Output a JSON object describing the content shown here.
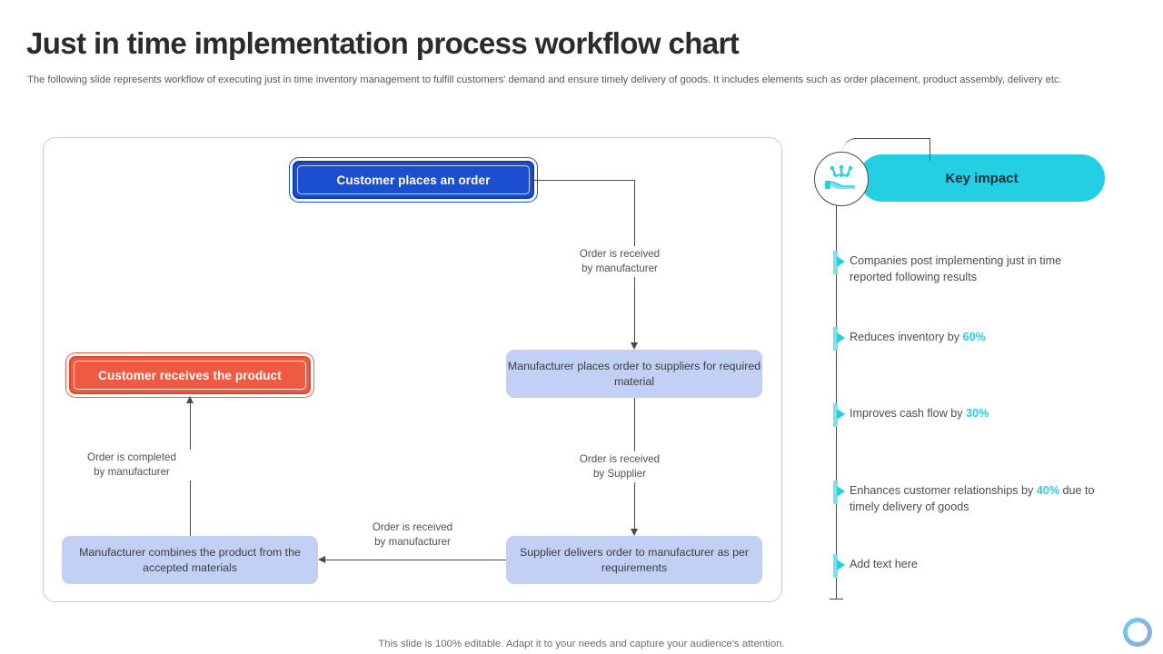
{
  "header": {
    "title": "Just in time implementation process workflow chart",
    "subtitle": "The following slide represents workflow of executing just in time inventory management to fulfill customers' demand and ensure timely delivery of goods. It includes elements such as order placement, product assembly, delivery etc."
  },
  "flow": {
    "nodes": [
      {
        "id": "customer-order",
        "label": "Customer places an order",
        "style": "primary"
      },
      {
        "id": "manufacturer-order",
        "label": "Manufacturer places order to suppliers for required material",
        "style": "soft"
      },
      {
        "id": "supplier-delivers",
        "label": "Supplier delivers order to manufacturer as per requirements",
        "style": "soft"
      },
      {
        "id": "manufacturer-combines",
        "label": "Manufacturer combines the product from the accepted materials",
        "style": "soft"
      },
      {
        "id": "customer-receives",
        "label": "Customer receives the product",
        "style": "accent"
      }
    ],
    "connector_labels": [
      {
        "id": "order-to-manufacturer",
        "line1": "Order is received",
        "line2": "by manufacturer"
      },
      {
        "id": "order-to-supplier",
        "line1": "Order is received",
        "line2": "by Supplier"
      },
      {
        "id": "supplier-to-manufacturer",
        "line1": "Order is received",
        "line2": "by manufacturer"
      },
      {
        "id": "order-completed",
        "line1": "Order is completed",
        "line2": "by manufacturer"
      }
    ]
  },
  "key_impact": {
    "title": "Key impact",
    "icon": "hand-with-arrows-icon",
    "accent_color": "#24CFE4",
    "items": [
      {
        "prefix": "Companies post implementing just in time reported following results",
        "value": "",
        "suffix": ""
      },
      {
        "prefix": "Reduces inventory by ",
        "value": "60%",
        "suffix": ""
      },
      {
        "prefix": "Improves cash flow by ",
        "value": "30%",
        "suffix": ""
      },
      {
        "prefix": "Enhances customer relationships by ",
        "value": "40%",
        "suffix": " due to timely delivery of goods"
      },
      {
        "prefix": "Add text here",
        "value": "",
        "suffix": ""
      }
    ]
  },
  "footer": {
    "note": "This slide is 100% editable. Adapt it to your needs and capture your audience's attention."
  },
  "colors": {
    "primary_node": "#1B4FCF",
    "accent_node": "#F05A42",
    "soft_node": "#C3D0F5",
    "cyan": "#24CFE4"
  }
}
